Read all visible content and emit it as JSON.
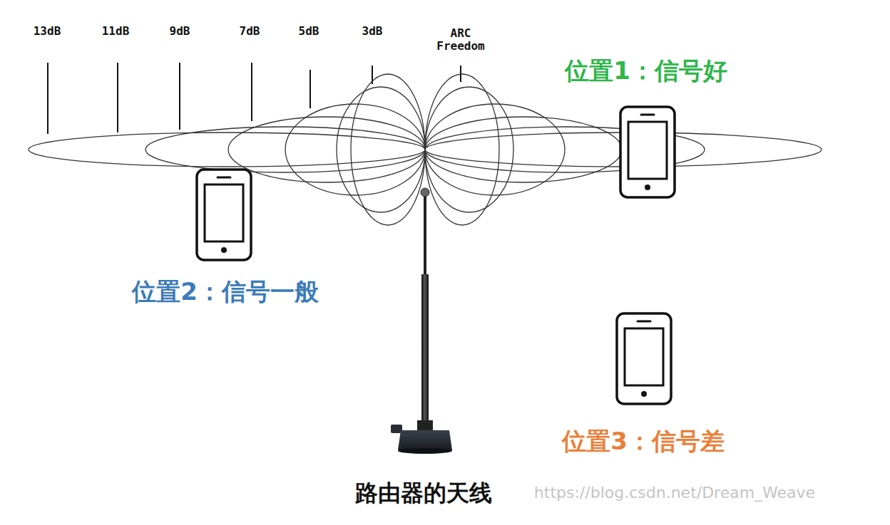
{
  "diagram": {
    "labels": [
      "13dB",
      "11dB",
      "9dB",
      "7dB",
      "5dB",
      "3dB",
      "ARC Freedom",
      "位置1：信号好",
      "位置2：信号一般",
      "位置3：信号差",
      "路由器的天线",
      "https://blog.csdn.net/Dream_Weave"
    ]
  }
}
